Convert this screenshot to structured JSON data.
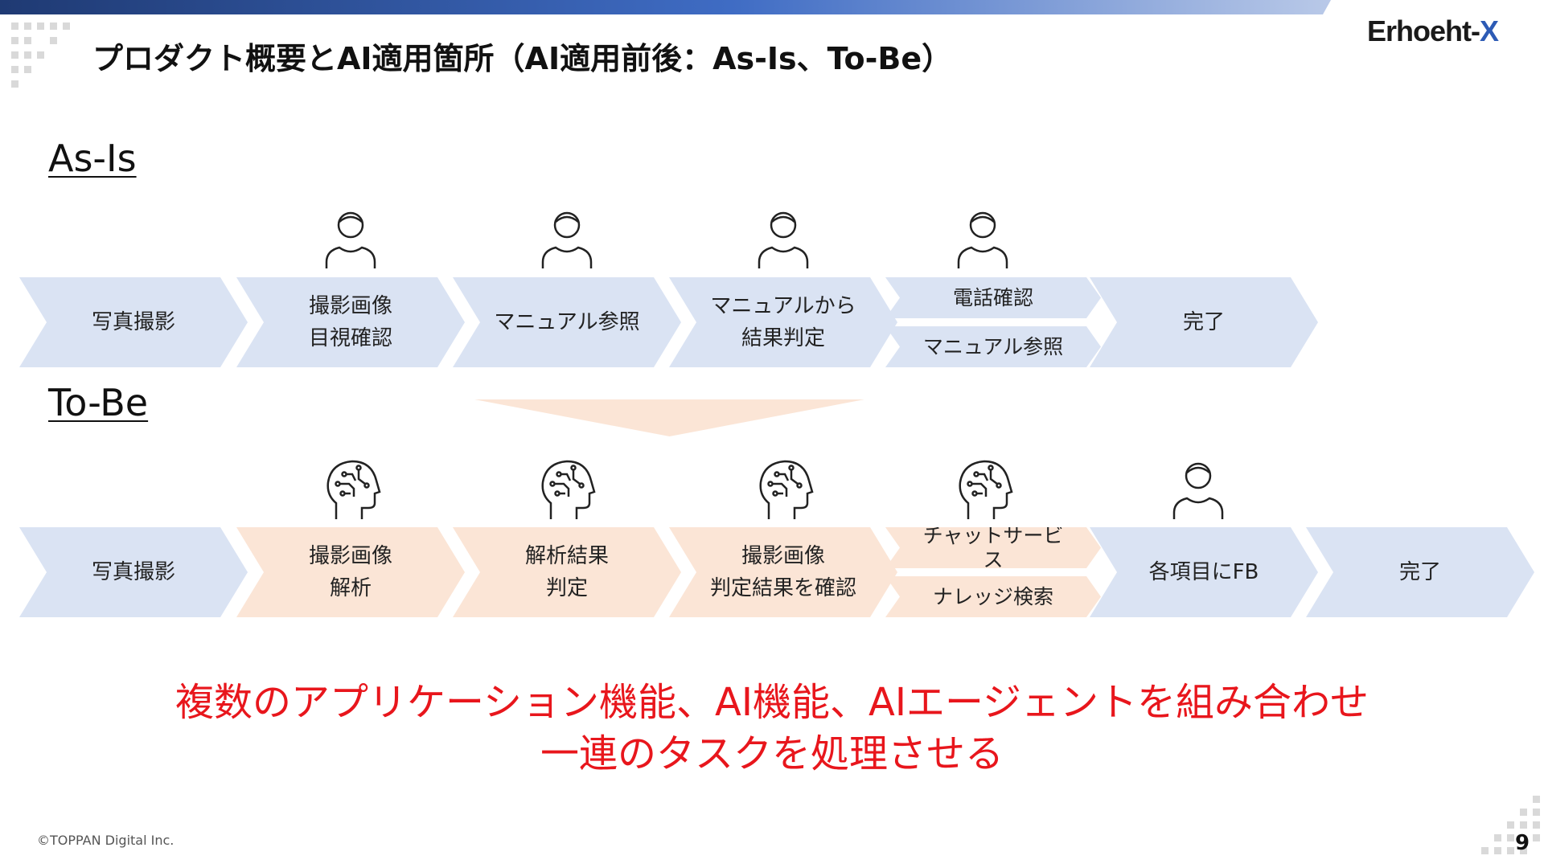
{
  "header": {
    "title": "プロダクト概要とAI適用箇所（AI適用前後：As-Is、To-Be）",
    "logo_text": "Erhoeht-",
    "logo_mark": "X",
    "accent_color": "#2d5bb5"
  },
  "as_is": {
    "label": "As-Is",
    "steps": [
      {
        "label": "写真撮影",
        "color": "#dae3f3"
      },
      {
        "label": "撮影画像\n目視確認",
        "color": "#dae3f3",
        "icon": "person-icon"
      },
      {
        "label": "マニュアル参照",
        "color": "#dae3f3",
        "icon": "person-icon"
      },
      {
        "label": "マニュアルから\n結果判定",
        "color": "#dae3f3",
        "icon": "person-icon"
      },
      {
        "label_top": "電話確認",
        "label_bottom": "マニュアル参照",
        "color": "#dae3f3",
        "icon": "person-icon"
      },
      {
        "label": "完了",
        "color": "#dae3f3"
      }
    ]
  },
  "to_be": {
    "label": "To-Be",
    "steps": [
      {
        "label": "写真撮影",
        "color": "#dae3f3"
      },
      {
        "label": "撮影画像\n解析",
        "color": "#fbe5d6",
        "icon": "ai-brain-icon"
      },
      {
        "label": "解析結果\n判定",
        "color": "#fbe5d6",
        "icon": "ai-brain-icon"
      },
      {
        "label": "撮影画像\n判定結果を確認",
        "color": "#fbe5d6",
        "icon": "ai-brain-icon"
      },
      {
        "label_top": "チャットサービス",
        "label_bottom": "ナレッジ検索",
        "color": "#fbe5d6",
        "icon": "ai-brain-icon"
      },
      {
        "label": "各項目にFB",
        "color": "#dae3f3",
        "icon": "person-icon"
      },
      {
        "label": "完了",
        "color": "#dae3f3"
      }
    ]
  },
  "message": {
    "line1": "複数のアプリケーション機能、AI機能、AIエージェントを組み合わせ",
    "line2": "一連のタスクを処理させる",
    "color": "#e8161c"
  },
  "footer": {
    "copyright": "©TOPPAN Digital Inc.",
    "page_number": "9"
  }
}
